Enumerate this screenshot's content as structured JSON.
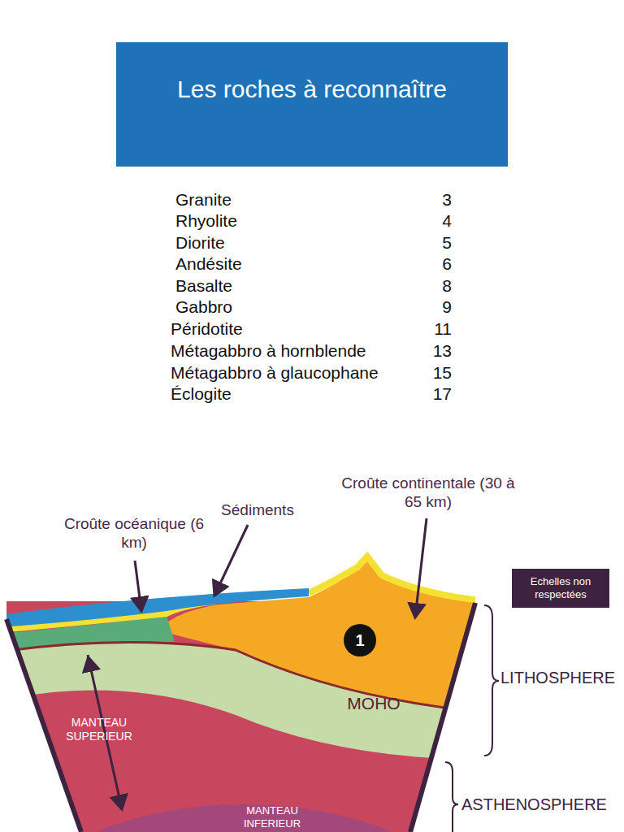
{
  "diagram": {
    "title": "Les roches à reconnaître",
    "nodes": [
      {
        "text": [
          "Echelles non respectées"
        ]
      },
      {
        "text": [
          "1"
        ]
      }
    ],
    "labels": [
      "Granite",
      "3",
      "Rhyolite",
      "4",
      "Diorite",
      "5",
      "Andésite",
      "6",
      "Basalte",
      "8",
      "Gabbro",
      "9",
      "Péridotite",
      "11",
      "Métagabbro à hornblende",
      "13",
      "Métagabbro à glaucophane",
      "15",
      "Éclogite",
      "17",
      "Croûte océanique (6 km)",
      "Sédiments",
      "Croûte continentale (30 à 65 km)",
      "LITHOSPHERE",
      "MOHO",
      "MANTEAU SUPERIEUR",
      "ASTHENOSPHERE",
      "MANTEAU INFERIEUR"
    ]
  }
}
